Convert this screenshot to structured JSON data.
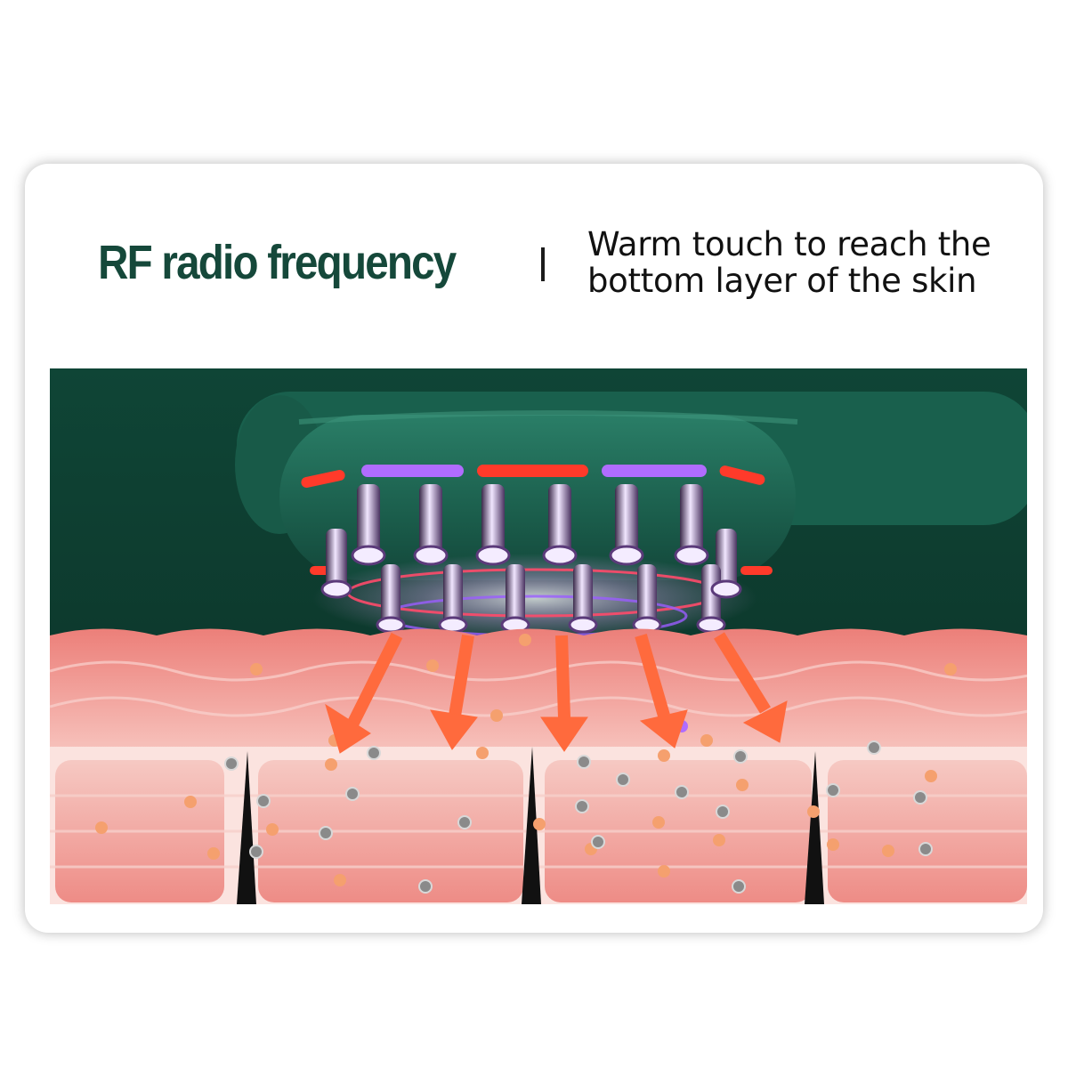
{
  "header": {
    "title": "RF radio frequency",
    "separator": "|",
    "description": "Warm touch to reach the bottom layer of the skin"
  },
  "illustration": {
    "subject": "hair-comb-device-over-skin-layers",
    "colors": {
      "background": "#0e3b2f",
      "device": "#1e6b57",
      "skin": "#f29a96",
      "tissue": "#f4b7b0",
      "arrow": "#ff6a3d",
      "light_red": "#ff3a2a",
      "light_purple": "#b06cff"
    }
  }
}
